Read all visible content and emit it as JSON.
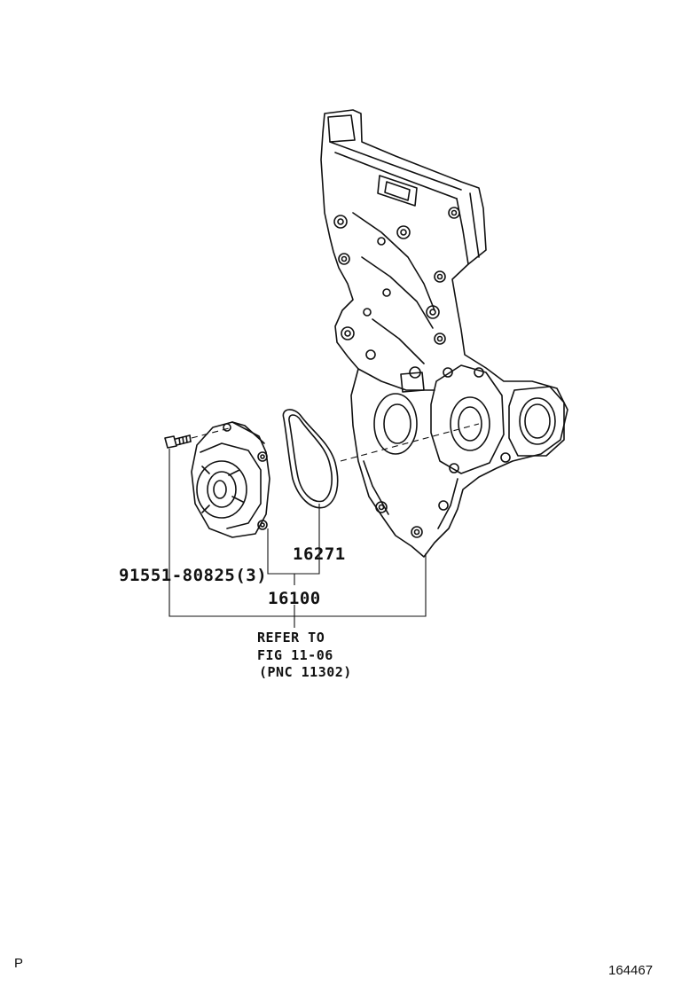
{
  "part_labels": {
    "bolt": "91551-80825(3)",
    "gasket": "16271",
    "water_pump": "16100"
  },
  "reference": {
    "line1": "REFER TO",
    "line2": "FIG 11-06",
    "line3": "(PNC 11302)"
  },
  "footer": {
    "left_mark": "P",
    "diagram_number": "164467"
  },
  "colors": {
    "ink": "#111111",
    "background": "#ffffff"
  }
}
